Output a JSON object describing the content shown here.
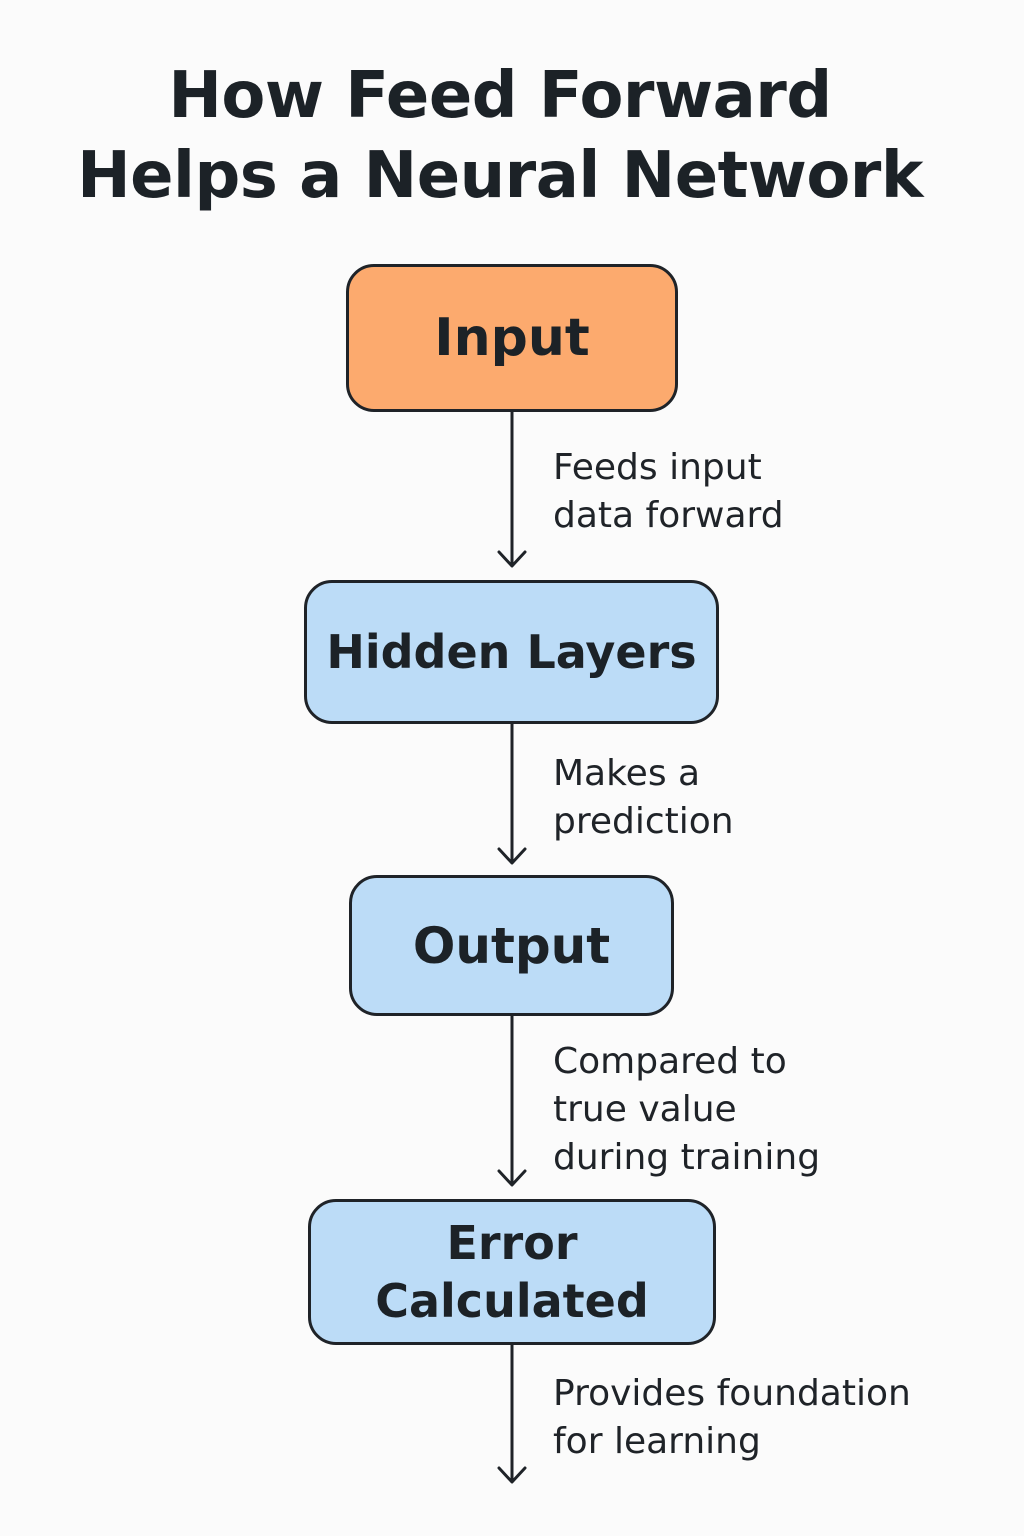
{
  "title": {
    "line1": "How Feed Forward",
    "line2": "Helps a Neural Network"
  },
  "nodes": [
    {
      "id": "input",
      "label_lines": [
        "Input"
      ],
      "color": "#fcaa6e"
    },
    {
      "id": "hidden-layers",
      "label_lines": [
        "Hidden Layers"
      ],
      "color": "#bcdcf7"
    },
    {
      "id": "output",
      "label_lines": [
        "Output"
      ],
      "color": "#bcdcf7"
    },
    {
      "id": "error-calculated",
      "label_lines": [
        "Error",
        "Calculated"
      ],
      "color": "#bcdcf7"
    }
  ],
  "edges": [
    {
      "from": "input",
      "to": "hidden-layers",
      "label_lines": [
        "Feeds input",
        "data forward"
      ]
    },
    {
      "from": "hidden-layers",
      "to": "output",
      "label_lines": [
        "Makes a",
        "prediction"
      ]
    },
    {
      "from": "output",
      "to": "error-calculated",
      "label_lines": [
        "Compared to",
        "true value",
        "during training"
      ]
    },
    {
      "from": "error-calculated",
      "to": "",
      "label_lines": [
        "Provides foundation",
        "for learning"
      ]
    }
  ],
  "colors": {
    "stroke": "#1f2328",
    "background": "#fbfbfb"
  }
}
